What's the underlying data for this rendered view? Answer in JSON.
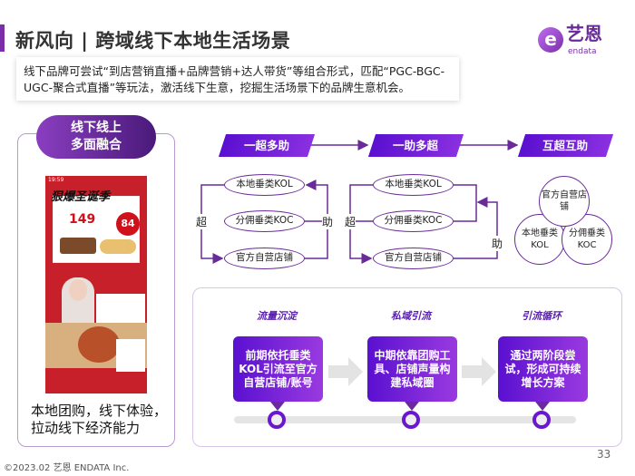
{
  "header": {
    "title": "新风向 | 跨域线下本地生活场景",
    "logo": {
      "mark": "e",
      "cn": "艺恩",
      "en": "endata"
    }
  },
  "description": "线下品牌可尝试“到店营销直播+品牌营销+达人带货”等组合形式，匹配“PGC-BGC-UGC-聚合式直播”等玩法，激活线下生意，挖掘生活场景下的品牌生意机会。",
  "left_card": {
    "pill_line1": "线下线上",
    "pill_line2": "多面融合",
    "caption_line1": "本地团购，线下体验，",
    "caption_line2": "拉动线下经济能力",
    "phone": {
      "headline": "狠爆圣诞季",
      "price1": "149",
      "price2": "84",
      "time": "19:59"
    }
  },
  "modes": [
    {
      "label": "一超多助",
      "nodes": [
        "本地垂类KOL",
        "分佣垂类KOC",
        "官方自营店铺"
      ],
      "left": "超",
      "right": "助"
    },
    {
      "label": "一助多超",
      "nodes": [
        "本地垂类KOL",
        "分佣垂类KOC",
        "官方自营店铺"
      ],
      "left": "超",
      "right": "助"
    },
    {
      "label": "互超互助",
      "nodes": [
        "官方自营店铺",
        "本地垂类KOL",
        "分佣垂类KOC"
      ]
    }
  ],
  "stages": [
    {
      "title": "流量沉淀",
      "text": "前期依托垂类KOL引流至官方自营店铺/账号"
    },
    {
      "title": "私域引流",
      "text": "中期依靠团购工具、店铺声量构建私域圈"
    },
    {
      "title": "引流循环",
      "text": "通过两阶段尝试，形成可持续增长方案"
    }
  ],
  "footer": "©2023.02 艺恩 ENDATA Inc.",
  "page_number": "33",
  "colors": {
    "accent": "#6a2a9a",
    "gradient_start": "#5a10d0",
    "gradient_end": "#9a3ae0"
  }
}
